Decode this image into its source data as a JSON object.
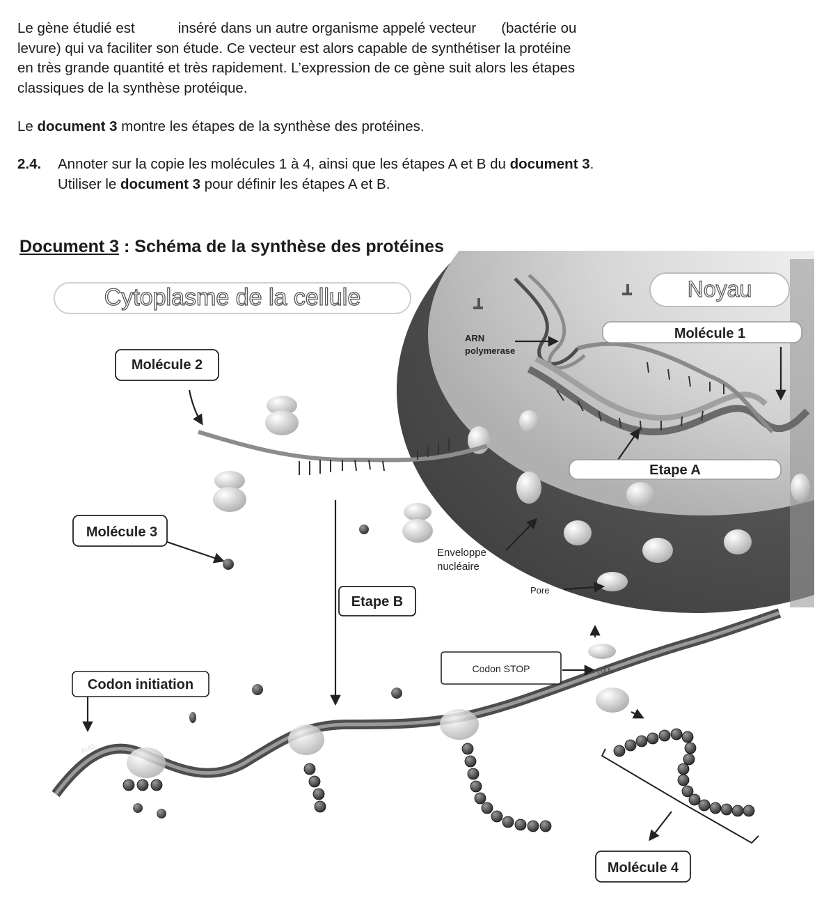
{
  "intro": {
    "text_1a": "Le gène étudié est",
    "text_1b": "inséré dans un autre organisme appelé vecteur",
    "text_1c": "(bactérie ou",
    "text_2": "levure) qui va faciliter son étude. Ce vecteur est alors capable de synthétiser la protéine",
    "text_3": "en très grande quantité et très rapidement. L’expression de ce gène suit alors les étapes",
    "text_4": "classiques de la synthèse protéique."
  },
  "doc_ref": {
    "prefix": "Le ",
    "bold": "document 3",
    "suffix": " montre les étapes de la synthèse des protéines."
  },
  "question": {
    "number": "2.4.",
    "line1_a": "Annoter sur la copie les molécules 1 à 4, ainsi que les étapes A et B du ",
    "line1_b": "document 3",
    "line1_c": ".",
    "line2_a": "Utiliser le ",
    "line2_b": "document 3",
    "line2_c": " pour définir les étapes A et B."
  },
  "document_title": {
    "underlined": "Document 3",
    "rest": " : Schéma de la synthèse des protéines"
  },
  "diagram": {
    "cytoplasm_label": "Cytoplasme de la cellule",
    "nucleus_label": "Noyau",
    "molecule_1": "Molécule 1",
    "molecule_2": "Molécule 2",
    "molecule_3": "Molécule 3",
    "molecule_4": "Molécule 4",
    "step_a": "Etape A",
    "step_b": "Etape B",
    "arn_line1": "ARN",
    "arn_line2": "polymerase",
    "envelope_line1": "Enveloppe",
    "envelope_line2": "nucléaire",
    "pore": "Pore",
    "codon_initiation": "Codon initiation",
    "codon_stop": "Codon  STOP",
    "aug": "AUG",
    "uaa": "UAA"
  },
  "colors": {
    "nucleus_dark": "#4a4a4a",
    "nucleus_light": "#d9d9d9",
    "strand": "#8a8a8a",
    "bead": "#3b3b3b"
  }
}
